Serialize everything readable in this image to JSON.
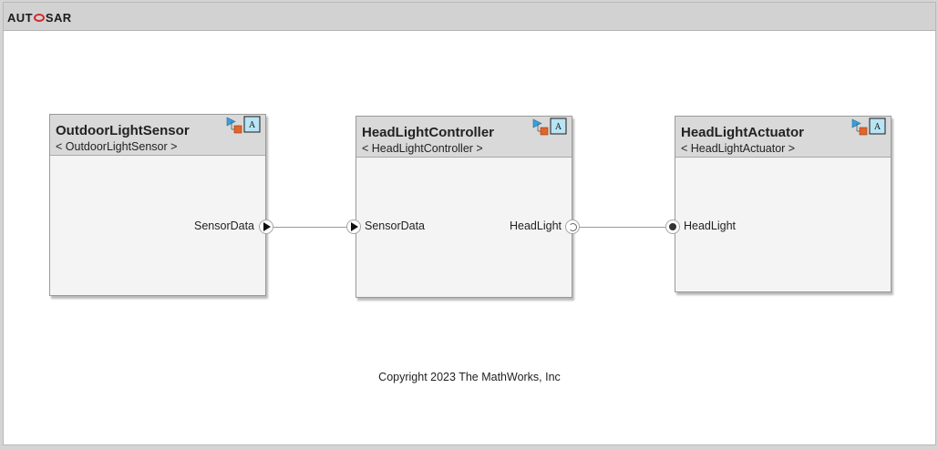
{
  "header": {
    "logo_left": "AUT",
    "logo_right": "SAR"
  },
  "components": [
    {
      "title": "OutdoorLightSensor",
      "subtitle": "< OutdoorLightSensor >"
    },
    {
      "title": "HeadLightController",
      "subtitle": "< HeadLightController >"
    },
    {
      "title": "HeadLightActuator",
      "subtitle": "< HeadLightActuator >"
    }
  ],
  "ports": {
    "sensor_out": "SensorData",
    "controller_in": "SensorData",
    "controller_out": "HeadLight",
    "actuator_in": "HeadLight"
  },
  "badge_letter": "A",
  "footer": {
    "copyright": "Copyright 2023 The MathWorks, Inc"
  },
  "colors": {
    "header_bg": "#d2d2d2",
    "block_bg": "#f4f4f4",
    "block_head_bg": "#d9d9d9",
    "logo_accent": "#d5262a",
    "badge_blue": "#3aa0d8",
    "badge_orange": "#e0662a"
  }
}
